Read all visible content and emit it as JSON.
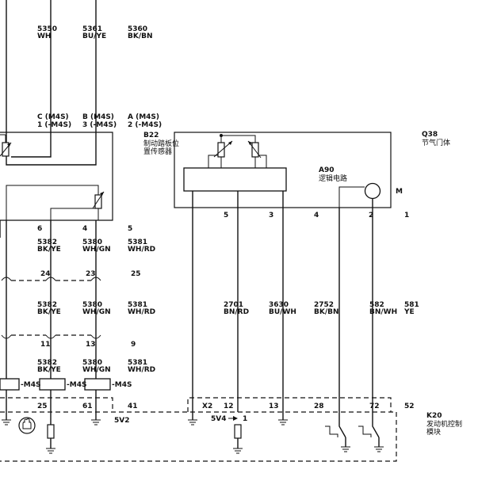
{
  "top_wires": [
    {
      "circuit": "5350",
      "color": "WH"
    },
    {
      "circuit": "5361",
      "color": "BU/YE"
    },
    {
      "circuit": "5360",
      "color": "BK/BN"
    }
  ],
  "b22": {
    "id": "B22",
    "name_line1": "制动踏板位",
    "name_line2": "置传感器",
    "conn_top": [
      {
        "line1": "C (M4S)",
        "line2": "1 (-M4S)"
      },
      {
        "line1": "B (M4S)",
        "line2": "3 (-M4S)"
      },
      {
        "line1": "A (M4S)",
        "line2": "2 (-M4S)"
      }
    ],
    "pins_bottom": [
      "6",
      "4",
      "5"
    ]
  },
  "mid_wires_1": [
    {
      "circuit": "5382",
      "color": "BK/YE"
    },
    {
      "circuit": "5380",
      "color": "WH/GN"
    },
    {
      "circuit": "5381",
      "color": "WH/RD"
    }
  ],
  "splice_1": [
    "24",
    "23",
    "25"
  ],
  "mid_wires_2": [
    {
      "circuit": "5382",
      "color": "BK/YE"
    },
    {
      "circuit": "5380",
      "color": "WH/GN"
    },
    {
      "circuit": "5381",
      "color": "WH/RD"
    }
  ],
  "splice_2": [
    "11",
    "13",
    "9"
  ],
  "mid_wires_3": [
    {
      "circuit": "5382",
      "color": "BK/YE"
    },
    {
      "circuit": "5380",
      "color": "WH/GN"
    },
    {
      "circuit": "5381",
      "color": "WH/RD"
    }
  ],
  "m4s_label": "-M4S",
  "q38": {
    "id": "Q38",
    "name": "节气门体",
    "a90_id": "A90",
    "a90_name": "逻辑电路",
    "motor": "M",
    "pins": [
      "5",
      "3",
      "4",
      "2",
      "1"
    ]
  },
  "q38_wires": [
    {
      "circuit": "2701",
      "color": "BN/RD"
    },
    {
      "circuit": "3630",
      "color": "BU/WH"
    },
    {
      "circuit": "2752",
      "color": "BK/BN"
    },
    {
      "circuit": "582",
      "color": "BN/WH"
    },
    {
      "circuit": "581",
      "color": "YE"
    }
  ],
  "k20": {
    "id": "K20",
    "name_line1": "发动机控制",
    "name_line2": "模块",
    "pins_left": [
      "25",
      "61",
      "41"
    ],
    "pins_right": [
      "X2",
      "12",
      "13",
      "28",
      "72",
      "52"
    ],
    "v5v2": "5V2",
    "v5v4": "5V4",
    "v5v4_pin": "1"
  }
}
